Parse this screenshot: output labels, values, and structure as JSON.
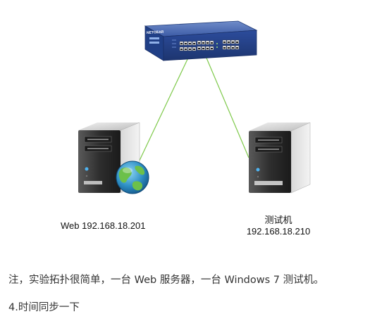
{
  "diagram": {
    "switch_brand": "NETGEAR",
    "web_server": {
      "label": "Web 192.168.18.201"
    },
    "test_machine": {
      "name": "测试机",
      "ip": "192.168.18.210"
    },
    "colors": {
      "link_line": "#7ec94a",
      "switch_body": "#2f4f9a",
      "server_body": "#3a3a3a",
      "globe": "#2e8fc4"
    },
    "icons": [
      "switch-icon",
      "server-icon",
      "globe-icon"
    ]
  },
  "text": {
    "note": "注，实验拓扑很简单，一台 Web 服务器，一台 Windows 7  测试机。",
    "step": "4.时间同步一下"
  }
}
